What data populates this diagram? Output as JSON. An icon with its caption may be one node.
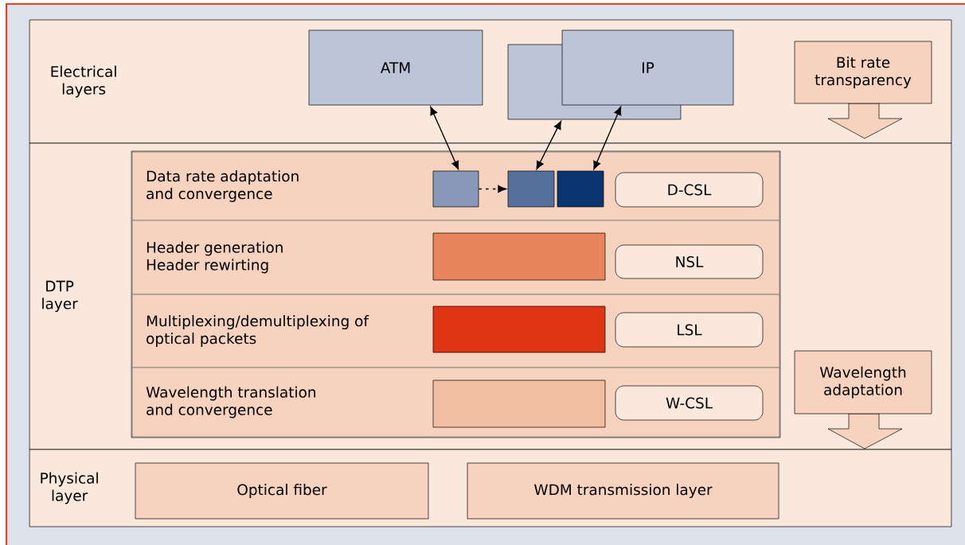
{
  "diagram": {
    "nodes": [
      {
        "text": [
          "Electrical layers"
        ]
      },
      {
        "text": [
          "ATM"
        ],
        "in": 0
      },
      {
        "text": [],
        "shape": "box",
        "in": 0
      },
      {
        "text": [
          "IP"
        ],
        "in": 0
      },
      {
        "text": [
          "Bit rate transparency"
        ],
        "in": 0
      },
      {
        "text": [
          "DTP layer"
        ]
      },
      {
        "text": [],
        "shape": "box",
        "in": 5
      },
      {
        "text": [
          "Data rate adaptation and convergence"
        ],
        "in": 6
      },
      {
        "text": [],
        "shape": "box",
        "in": 7
      },
      {
        "text": [],
        "shape": "box",
        "in": 7
      },
      {
        "text": [],
        "shape": "box",
        "in": 7
      },
      {
        "text": [
          "D-CSL"
        ],
        "in": 7
      },
      {
        "text": [
          "Header generation Header rewirting"
        ],
        "in": 6
      },
      {
        "text": [],
        "shape": "box",
        "in": 12
      },
      {
        "text": [
          "NSL"
        ],
        "in": 12
      },
      {
        "text": [
          "Multiplexing/demultiplexing of optical packets"
        ],
        "in": 6
      },
      {
        "text": [],
        "shape": "box",
        "in": 15
      },
      {
        "text": [
          "LSL"
        ],
        "in": 15
      },
      {
        "text": [
          "Wavelength translation and convergence"
        ],
        "in": 6
      },
      {
        "text": [],
        "shape": "box",
        "in": 18
      },
      {
        "text": [
          "W-CSL"
        ],
        "in": 18
      },
      {
        "text": [
          "Wavelength adaptation"
        ],
        "in": 5
      },
      {
        "text": [
          "Physical layer"
        ]
      },
      {
        "text": [
          "Optical fiber"
        ],
        "in": 22
      },
      {
        "text": [
          "WDM transmission layer"
        ],
        "in": 22
      }
    ],
    "edges": [
      {
        "from": 1,
        "to": 8,
        "arrow": "both"
      },
      {
        "from": 2,
        "to": 9,
        "arrow": "both"
      },
      {
        "from": 3,
        "to": 10,
        "arrow": "both"
      },
      {
        "from": 8,
        "to": 9,
        "arrow": "to",
        "style": "dashed"
      }
    ]
  }
}
